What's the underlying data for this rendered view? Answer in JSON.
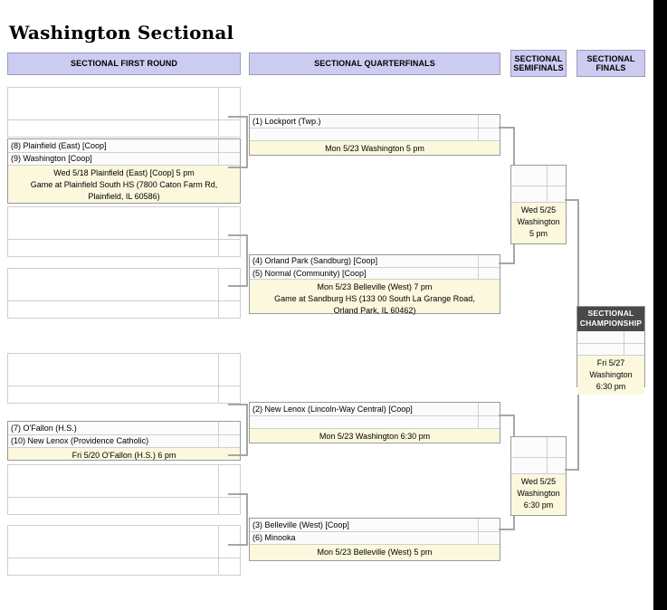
{
  "page": {
    "title": "Washington Sectional"
  },
  "headers": {
    "first_round": "SECTIONAL FIRST ROUND",
    "quarterfinals": "SECTIONAL QUARTERFINALS",
    "semifinals_line1": "SECTIONAL",
    "semifinals_line2": "SEMIFINALS",
    "finals_line1": "SECTIONAL",
    "finals_line2": "FINALS",
    "championship_line1": "SECTIONAL",
    "championship_line2": "CHAMPIONSHIP"
  },
  "colors": {
    "header_bg": "#ccccf2",
    "info_bg": "#fbf8dd",
    "champ_header_bg": "#4a4a4a",
    "connector": "#a6a6a6",
    "slot_bg": "#fbfbfb"
  },
  "first_round": [
    {
      "id": "fr-1",
      "empty": true,
      "teams": [
        "",
        ""
      ],
      "scores": [
        "",
        ""
      ],
      "info": []
    },
    {
      "id": "fr-2",
      "empty": false,
      "teams": [
        "(8) Plainfield (East) [Coop]",
        "(9) Washington [Coop]"
      ],
      "scores": [
        "",
        ""
      ],
      "info": [
        "Wed 5/18 Plainfield (East) [Coop] 5 pm",
        "Game at Plainfield South HS (7800 Caton Farm Rd,",
        "Plainfield, IL 60586)"
      ]
    },
    {
      "id": "fr-3",
      "empty": true,
      "teams": [
        "",
        ""
      ],
      "scores": [
        "",
        ""
      ],
      "info": []
    },
    {
      "id": "fr-4",
      "empty": true,
      "teams": [
        "",
        ""
      ],
      "scores": [
        "",
        ""
      ],
      "info": []
    },
    {
      "id": "fr-5",
      "empty": true,
      "teams": [
        "",
        ""
      ],
      "scores": [
        "",
        ""
      ],
      "info": []
    },
    {
      "id": "fr-6",
      "empty": false,
      "teams": [
        "(7) O'Fallon (H.S.)",
        "(10) New Lenox (Providence Catholic)"
      ],
      "scores": [
        "",
        ""
      ],
      "info": [
        "Fri 5/20 O'Fallon (H.S.) 6 pm"
      ]
    },
    {
      "id": "fr-7",
      "empty": true,
      "teams": [
        "",
        ""
      ],
      "scores": [
        "",
        ""
      ],
      "info": []
    },
    {
      "id": "fr-8",
      "empty": true,
      "teams": [
        "",
        ""
      ],
      "scores": [
        "",
        ""
      ],
      "info": []
    }
  ],
  "quarterfinals": [
    {
      "id": "qf-1",
      "teams": [
        "(1) Lockport (Twp.)",
        ""
      ],
      "scores": [
        "",
        ""
      ],
      "info": [
        "Mon 5/23 Washington 5 pm"
      ]
    },
    {
      "id": "qf-2",
      "teams": [
        "(4) Orland Park (Sandburg) [Coop]",
        "(5) Normal (Community) [Coop]"
      ],
      "scores": [
        "",
        ""
      ],
      "info": [
        "Mon 5/23 Belleville (West) 7 pm",
        "Game at Sandburg HS (133 00 South La Grange Road,",
        "Orland Park, IL 60462)"
      ]
    },
    {
      "id": "qf-3",
      "teams": [
        "(2) New Lenox (Lincoln-Way Central) [Coop]",
        ""
      ],
      "scores": [
        "",
        ""
      ],
      "info": [
        "Mon 5/23 Washington 6:30 pm"
      ]
    },
    {
      "id": "qf-4",
      "teams": [
        "(3) Belleville (West) [Coop]",
        "(6) Minooka"
      ],
      "scores": [
        "",
        ""
      ],
      "info": [
        "Mon 5/23 Belleville (West) 5 pm"
      ]
    }
  ],
  "semifinals": [
    {
      "id": "sf-1",
      "teams": [
        "",
        ""
      ],
      "scores": [
        "",
        ""
      ],
      "info": [
        "Wed 5/25",
        "Washington",
        "5 pm"
      ]
    },
    {
      "id": "sf-2",
      "teams": [
        "",
        ""
      ],
      "scores": [
        "",
        ""
      ],
      "info": [
        "Wed 5/25",
        "Washington",
        "6:30 pm"
      ]
    }
  ],
  "championship": {
    "id": "champ",
    "teams": [
      "",
      ""
    ],
    "scores": [
      "",
      ""
    ],
    "info": [
      "Fri 5/27",
      "Washington",
      "6:30 pm"
    ]
  }
}
